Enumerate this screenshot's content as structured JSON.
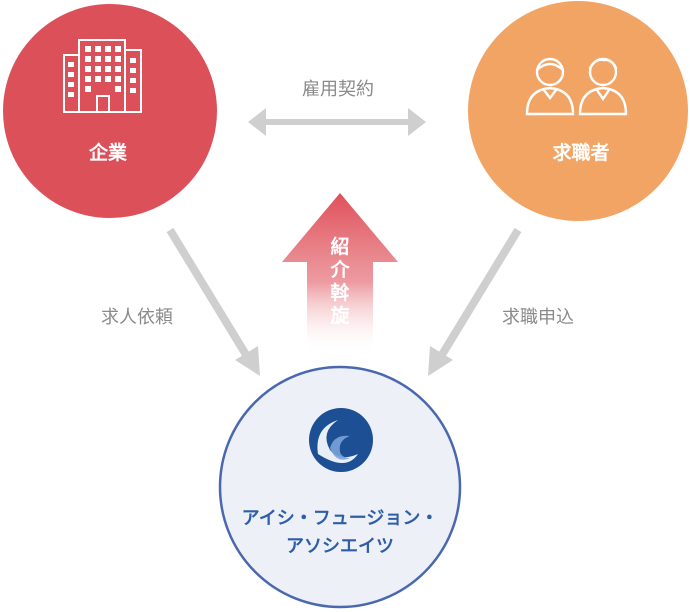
{
  "nodes": {
    "company": {
      "label": "企業",
      "color": "#dc505a",
      "icon": "building-icon"
    },
    "jobseeker": {
      "label": "求職者",
      "color": "#f2a465",
      "icon": "people-icon"
    },
    "agency": {
      "line1": "アイシ・フュージョン・",
      "line2": "アソシエイツ",
      "circle_fill": "#edf0f7",
      "circle_border": "#4a68b0",
      "logo_color": "#1d4f95",
      "icon": "swirl-logo-icon"
    }
  },
  "edges": {
    "employment": {
      "label": "雇用契約"
    },
    "job_request": {
      "label": "求人依頼"
    },
    "job_application": {
      "label": "求職申込"
    },
    "introduction": {
      "chars": [
        "紹",
        "介",
        "斡",
        "旋"
      ],
      "color": "#e0505a"
    }
  },
  "arrow_color": "#cfcfcf"
}
